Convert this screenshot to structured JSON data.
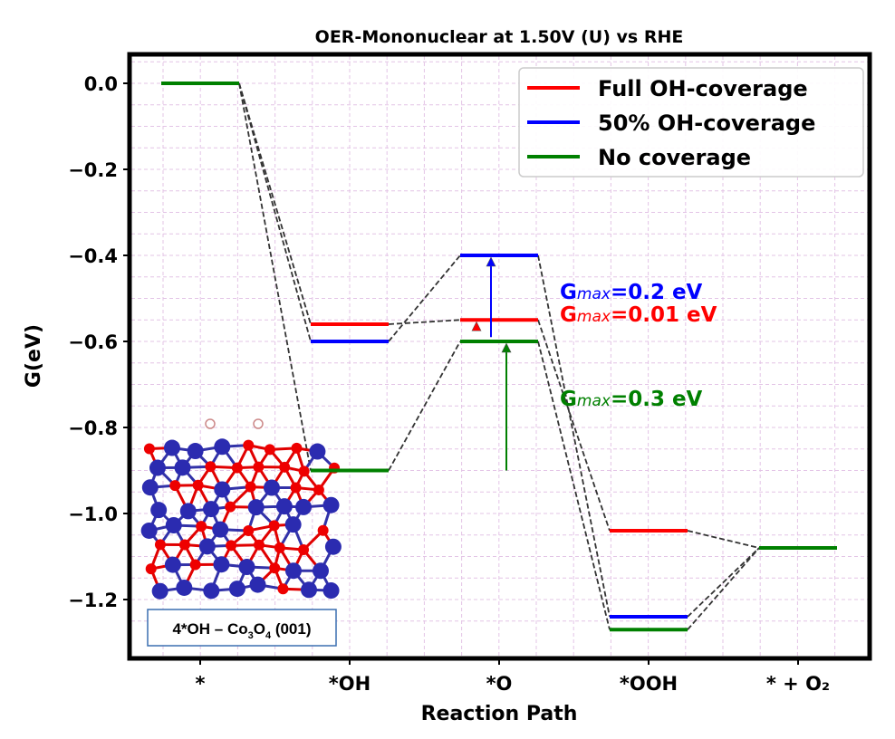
{
  "chart_data": {
    "type": "line",
    "title": "OER-Mononuclear at 1.50V (U) vs RHE",
    "xlabel": "Reaction Path",
    "ylabel": "G(eV)",
    "categories": [
      "*",
      "*OH",
      "*O",
      "*OOH",
      "* + O₂"
    ],
    "ylim": [
      -1.32,
      0.07
    ],
    "yticks": [
      0.0,
      -0.2,
      -0.4,
      -0.6,
      -0.8,
      -1.0,
      -1.2
    ],
    "ytick_labels": [
      "0.0",
      "−0.2",
      "−0.4",
      "−0.6",
      "−0.8",
      "−1.0",
      "−1.2"
    ],
    "grid": true,
    "legend_position": "top-right",
    "series": [
      {
        "name": "Full OH-coverage",
        "color": "#ff0000",
        "values": [
          0.0,
          -0.56,
          -0.55,
          -1.04,
          -1.08
        ]
      },
      {
        "name": "50% OH-coverage",
        "color": "#0000ff",
        "values": [
          0.0,
          -0.6,
          -0.4,
          -1.24,
          -1.08
        ]
      },
      {
        "name": "No coverage",
        "color": "#008000",
        "values": [
          0.0,
          -0.9,
          -0.6,
          -1.27,
          -1.08
        ]
      }
    ],
    "annotations": [
      {
        "prefix": "G",
        "sub": "max",
        "text": "=0.2 eV",
        "color": "#0000ff",
        "arrow_from": -0.59,
        "arrow_to": -0.4
      },
      {
        "prefix": "G",
        "sub": "max",
        "text": "=0.01 eV",
        "color": "#ff0000",
        "arrow_from": -0.56,
        "arrow_to": -0.55
      },
      {
        "prefix": "G",
        "sub": "max",
        "text": "=0.3 eV",
        "color": "#008000",
        "arrow_from": -0.9,
        "arrow_to": -0.6
      }
    ],
    "inset_label": {
      "pre": "4*OH – Co",
      "sub1": "3",
      "mid": "O",
      "sub2": "4",
      "post": " (001)"
    }
  }
}
